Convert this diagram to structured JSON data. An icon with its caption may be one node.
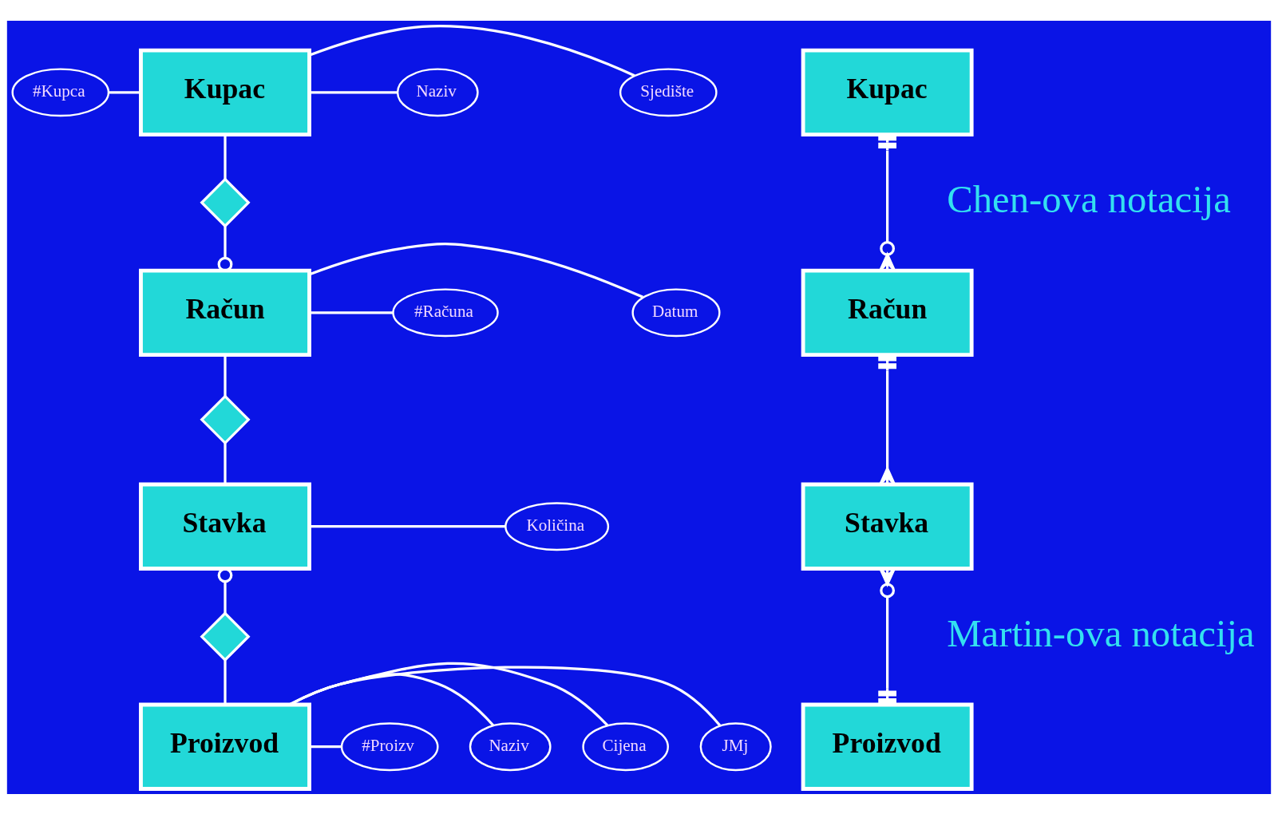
{
  "diagram": {
    "nodes": [
      {
        "text": [
          "#Kupca"
        ]
      },
      {
        "text": [
          "Naziv"
        ]
      },
      {
        "text": [
          "Sjedište"
        ]
      },
      {
        "text": [
          "Kupac"
        ]
      },
      {
        "text": [
          "Kupac"
        ]
      },
      {
        "text": [],
        "shape": "diamond"
      },
      {
        "text": [
          "#Računa"
        ]
      },
      {
        "text": [
          "Datum"
        ]
      },
      {
        "text": [
          "Račun"
        ]
      },
      {
        "text": [
          "Račun"
        ]
      },
      {
        "text": [],
        "shape": "diamond"
      },
      {
        "text": [
          "Količina"
        ]
      },
      {
        "text": [
          "Stavka"
        ]
      },
      {
        "text": [
          "Stavka"
        ]
      },
      {
        "text": [],
        "shape": "diamond"
      },
      {
        "text": [
          "#Proizv"
        ]
      },
      {
        "text": [
          "Naziv"
        ]
      },
      {
        "text": [
          "Cijena"
        ]
      },
      {
        "text": [
          "JMj"
        ]
      },
      {
        "text": [
          "Proizvod"
        ]
      },
      {
        "text": [
          "Proizvod"
        ]
      }
    ],
    "edges": [
      {
        "from": 0,
        "to": 3,
        "arrow": "none"
      },
      {
        "from": 1,
        "to": 3,
        "arrow": "none"
      },
      {
        "from": 2,
        "to": 3,
        "arrow": "none"
      },
      {
        "from": 6,
        "to": 8,
        "arrow": "none"
      },
      {
        "from": 7,
        "to": 8,
        "arrow": "none"
      },
      {
        "from": 11,
        "to": 12,
        "arrow": "none"
      },
      {
        "from": 15,
        "to": 19,
        "arrow": "none"
      },
      {
        "from": 16,
        "to": 19,
        "arrow": "none"
      },
      {
        "from": 17,
        "to": 19,
        "arrow": "none"
      },
      {
        "from": 18,
        "to": 19,
        "arrow": "none"
      },
      {
        "from": 3,
        "to": 5,
        "arrow": "none"
      },
      {
        "from": 5,
        "to": 8,
        "arrow": "other"
      },
      {
        "from": 8,
        "to": 10,
        "arrow": "none"
      },
      {
        "from": 10,
        "to": 12,
        "arrow": "none"
      },
      {
        "from": 12,
        "to": 14,
        "arrow": "other"
      },
      {
        "from": 14,
        "to": 19,
        "arrow": "none"
      },
      {
        "from": 4,
        "to": 9,
        "arrow": "other"
      },
      {
        "from": 9,
        "to": 13,
        "arrow": "other"
      },
      {
        "from": 13,
        "to": 20,
        "arrow": "other"
      }
    ],
    "labels": [
      "Chen-ova notacija",
      "Martin-ova notacija"
    ]
  }
}
